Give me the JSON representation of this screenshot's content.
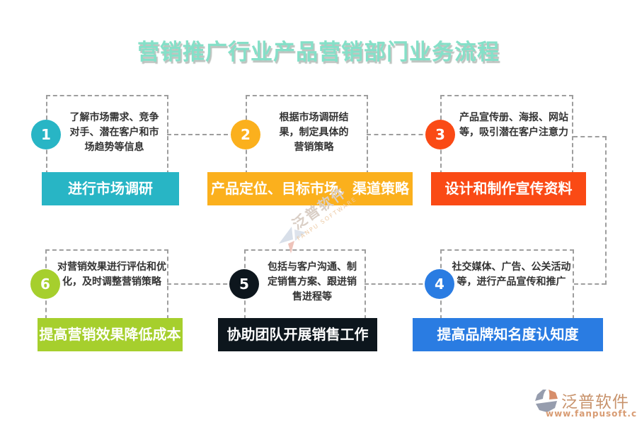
{
  "title": {
    "text": "营销推广行业产品营销部门业务流程",
    "color": "#85e0c8"
  },
  "steps": [
    {
      "number": "1",
      "desc": "了解市场需求、竞争对手、潜在客户和市场趋势等信息",
      "label": "进行市场调研",
      "color": "#28b5c5"
    },
    {
      "number": "2",
      "desc": "根据市场调研结果，制定具体的营销策略",
      "label": "产品定位、目标市场、渠道策略",
      "color": "#fbb01d"
    },
    {
      "number": "3",
      "desc": "产品宣传册、海报、网站等，吸引潜在客户注意力",
      "label": "设计和制作宣传资料",
      "color": "#fa4a15"
    },
    {
      "number": "4",
      "desc": "社交媒体、广告、公关活动等，进行产品宣传和推广",
      "label": "提高品牌知名度认知度",
      "color": "#2a7ce2"
    },
    {
      "number": "5",
      "desc": "包括与客户沟通、制定销售方案、跟进销售进程等",
      "label": "协助团队开展销售工作",
      "color": "#0d161d"
    },
    {
      "number": "6",
      "desc": "对营销效果进行评估和优化，及时调整营销策略",
      "label": "提高营销效果降低成本",
      "color": "#a6cf2d"
    }
  ],
  "watermark": {
    "cn": "泛普软件",
    "en": "FANPU SOFTWARE"
  },
  "logo": {
    "name": "泛普软件",
    "url": "www.fanpusoft.com"
  }
}
